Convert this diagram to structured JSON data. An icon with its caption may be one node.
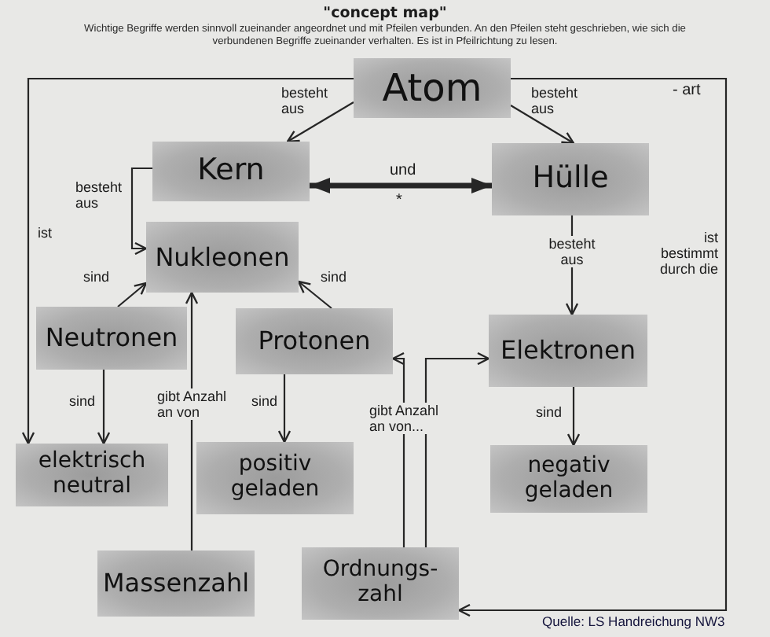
{
  "diagram": {
    "title": "\"concept map\"",
    "caption": "Wichtige Begriffe werden sinnvoll zueinander angeordnet und mit Pfeilen verbunden. An den Pfeilen steht geschrieben, wie sich die verbundenen Begriffe zueinander verhalten. Es ist in Pfeilrichtung zu lesen.",
    "nodes": [
      {
        "text": [
          "Atom"
        ]
      },
      {
        "text": [
          "Kern"
        ]
      },
      {
        "text": [
          "Hülle"
        ]
      },
      {
        "text": [
          "Nukleonen"
        ]
      },
      {
        "text": [
          "Neutronen"
        ]
      },
      {
        "text": [
          "Protonen"
        ]
      },
      {
        "text": [
          "Elektronen"
        ]
      },
      {
        "text": [
          "elektrisch neutral"
        ]
      },
      {
        "text": [
          "positiv geladen"
        ]
      },
      {
        "text": [
          "negativ geladen"
        ]
      },
      {
        "text": [
          "Massenzahl"
        ]
      },
      {
        "text": [
          "Ordnungs- zahl"
        ]
      }
    ],
    "edges": [
      {
        "from": 0,
        "to": 1,
        "arrow": "to",
        "label": "besteht aus"
      },
      {
        "from": 0,
        "to": 2,
        "arrow": "to",
        "label": "besteht aus"
      },
      {
        "from": 1,
        "to": 2,
        "arrow": "both",
        "label": "und",
        "style": "thick"
      },
      {
        "from": 1,
        "to": 3,
        "arrow": "to",
        "label": "besteht aus"
      },
      {
        "from": 4,
        "to": 3,
        "arrow": "to",
        "label": "sind"
      },
      {
        "from": 5,
        "to": 3,
        "arrow": "to",
        "label": "sind"
      },
      {
        "from": 2,
        "to": 6,
        "arrow": "to",
        "label": "besteht aus"
      },
      {
        "from": 4,
        "to": 7,
        "arrow": "to",
        "label": "sind"
      },
      {
        "from": 5,
        "to": 8,
        "arrow": "to",
        "label": "sind"
      },
      {
        "from": 6,
        "to": 9,
        "arrow": "to",
        "label": "sind"
      },
      {
        "from": 10,
        "to": 3,
        "arrow": "to",
        "label": "gibt Anzahl an von"
      },
      {
        "from": 11,
        "to": 5,
        "arrow": "to",
        "label": "gibt Anzahl an von..."
      },
      {
        "from": 11,
        "to": 6,
        "arrow": "to"
      },
      {
        "from": 0,
        "to": 7,
        "arrow": "to",
        "label": "ist"
      },
      {
        "from": 0,
        "to": 11,
        "arrow": "to",
        "label": "ist bestimmt durch die"
      }
    ],
    "labels": [
      "- art",
      "*",
      "Quelle: LS Handreichung NW3"
    ]
  }
}
